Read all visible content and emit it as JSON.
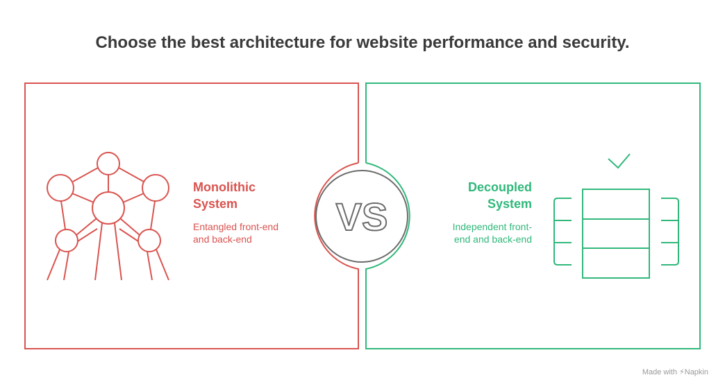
{
  "title": "Choose the best architecture for website performance and security.",
  "left": {
    "heading_line1": "Monolithic",
    "heading_line2": "System",
    "desc_line1": "Entangled front-end",
    "desc_line2": "and back-end",
    "icon": "atom-network-icon",
    "color": "#d9534f"
  },
  "right": {
    "heading_line1": "Decoupled",
    "heading_line2": "System",
    "desc_line1": "Independent front-",
    "desc_line2": "end and back-end",
    "icon": "modular-stack-icon",
    "color": "#2fb87a"
  },
  "center": {
    "label": "VS"
  },
  "footer": {
    "text": "Made with",
    "brand": "Napkin",
    "icon": "napkin-logo-icon"
  }
}
